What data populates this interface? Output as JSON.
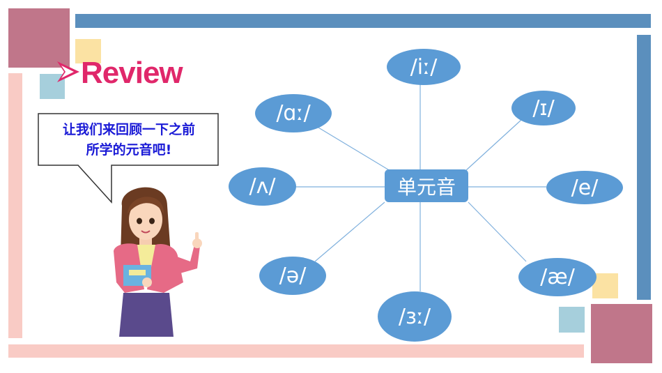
{
  "title": "Review",
  "speech_bubble": {
    "line1": "让我们来回顾一下之前",
    "line2": "所学的元音吧!"
  },
  "diagram": {
    "center": "单元音",
    "nodes": {
      "top": "/iː/",
      "top_left": "/ɑː/",
      "top_right": "/ɪ/",
      "left": "/ʌ/",
      "right": "/e/",
      "bottom_left": "/ə/",
      "bottom_right": "/æ/",
      "bottom": "/ɜː/"
    }
  },
  "colors": {
    "accent_blue": "#5b8fbd",
    "node_blue": "#5b9bd5",
    "pink": "#f9cbc5",
    "mauve": "#c0768a",
    "yellow": "#fbe2a3",
    "light_blue": "#a6cfdc",
    "review_red": "#e0276a"
  }
}
